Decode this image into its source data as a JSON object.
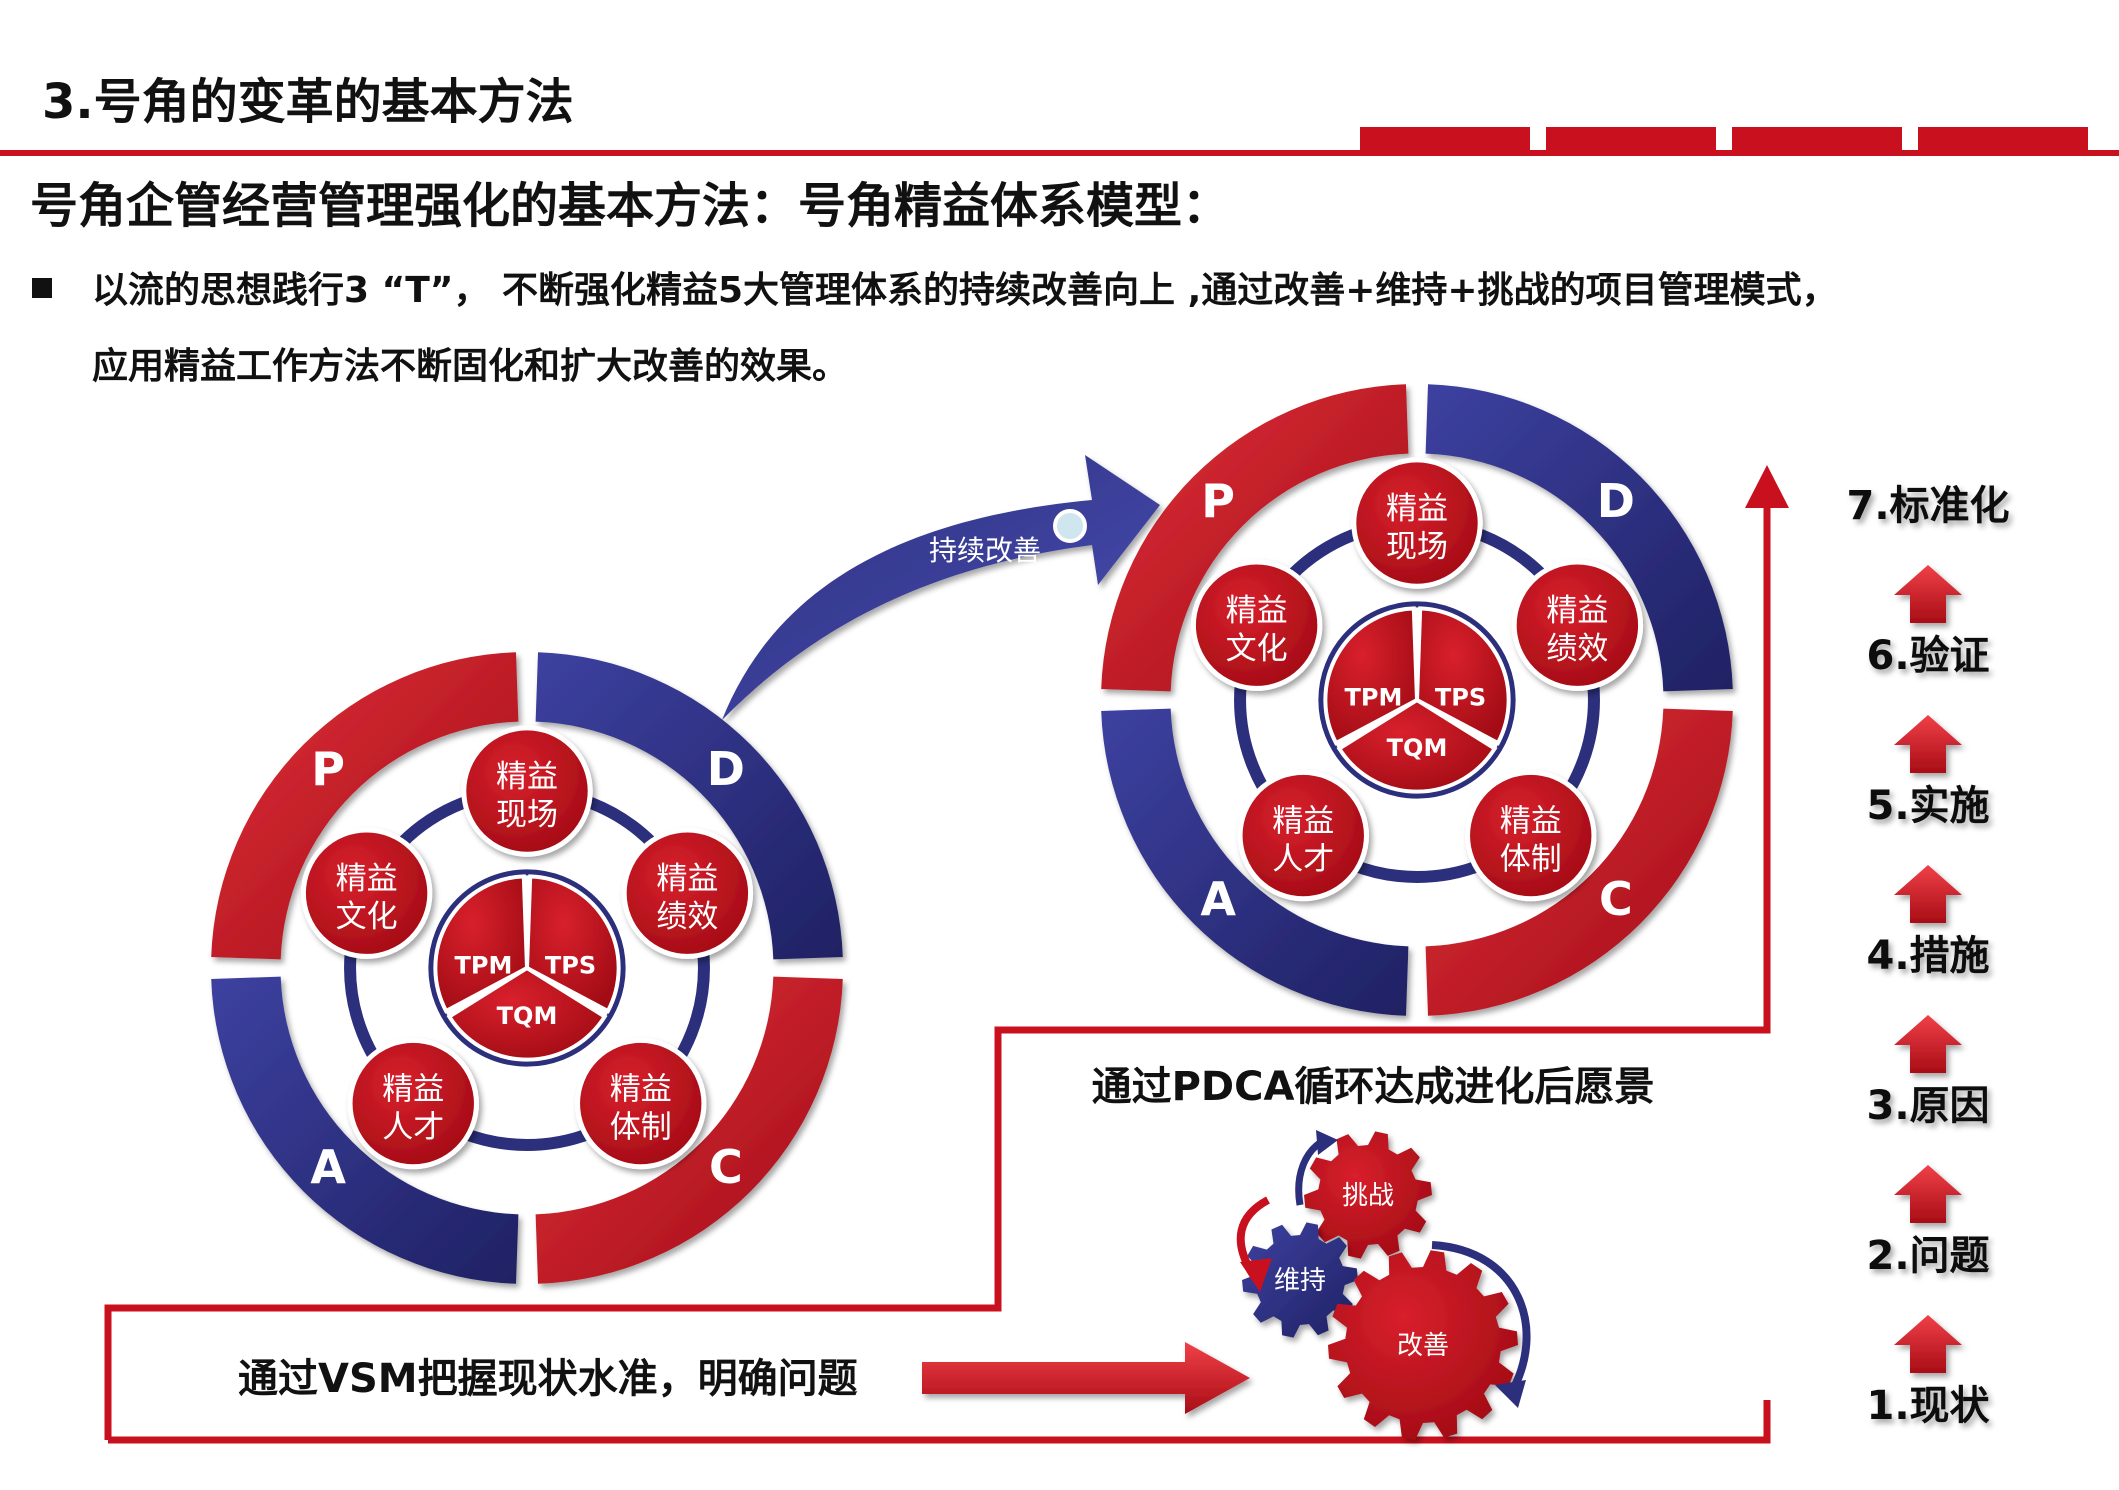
{
  "header": {
    "section_title": "3.号角的变革的基本方法",
    "subtitle": "号角企管经营管理强化的基本方法：号角精益体系模型：",
    "bullet_line1": "以流的思想践行3 “T”， 不断强化精益5大管理体系的持续改善向上 ,通过改善+维持+挑战的项目管理模式，",
    "bullet_line2": "应用精益工作方法不断固化和扩大改善的效果。"
  },
  "colors": {
    "red": "#c8101e",
    "dark_red": "#9e0d16",
    "navy": "#2c2f7c",
    "dark_navy": "#1d1f5a"
  },
  "model_left": {
    "pdca": [
      "P",
      "D",
      "C",
      "A"
    ],
    "nodes": [
      {
        "line1": "精益",
        "line2": "现场"
      },
      {
        "line1": "精益",
        "line2": "绩效"
      },
      {
        "line1": "精益",
        "line2": "体制"
      },
      {
        "line1": "精益",
        "line2": "人才"
      },
      {
        "line1": "精益",
        "line2": "文化"
      }
    ],
    "core": [
      "TPM",
      "TPS",
      "TQM"
    ]
  },
  "model_right": {
    "pdca": [
      "P",
      "D",
      "C",
      "A"
    ],
    "nodes": [
      {
        "line1": "精益",
        "line2": "现场"
      },
      {
        "line1": "精益",
        "line2": "绩效"
      },
      {
        "line1": "精益",
        "line2": "体制"
      },
      {
        "line1": "精益",
        "line2": "人才"
      },
      {
        "line1": "精益",
        "line2": "文化"
      }
    ],
    "core": [
      "TPM",
      "TPS",
      "TQM"
    ]
  },
  "arrow_label": "持续改善",
  "vision_label": "通过PDCA循环达成进化后愿景",
  "vsm_label": "通过VSM把握现状水准，明确问题",
  "gears": {
    "challenge": "挑战",
    "maintain": "维持",
    "improve": "改善"
  },
  "steps": [
    "7.标准化",
    "6.验证",
    "5.实施",
    "4.措施",
    "3.原因",
    "2.问题",
    "1.现状"
  ]
}
